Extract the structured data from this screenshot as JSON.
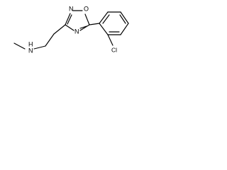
{
  "molecule": {
    "atom_labels": {
      "ring_n": "N",
      "ring_o": "O",
      "ring_n_lower": "N",
      "amine_n": "N",
      "amine_h": "H",
      "chloro": "Cl"
    }
  }
}
